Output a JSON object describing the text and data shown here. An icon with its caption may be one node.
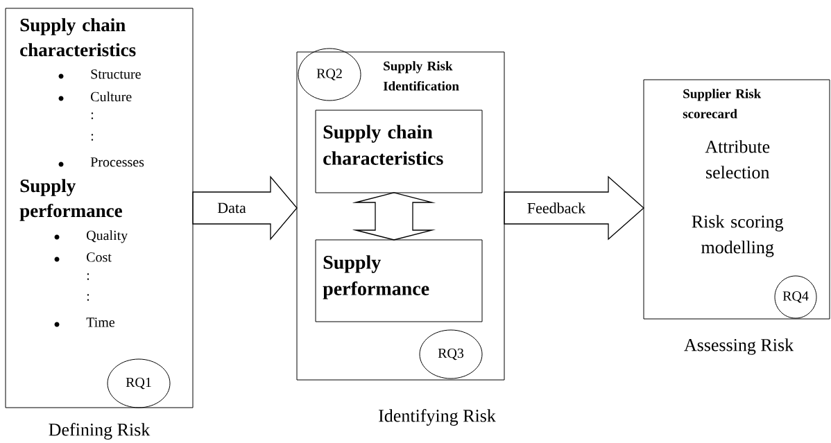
{
  "diagram": {
    "nodes": [
      {
        "text": [
          "Supply chain characteristics",
          "Structure",
          "Culture",
          ":",
          ":",
          "Processes",
          "Supply performance",
          "Quality",
          "Cost",
          ":",
          ":",
          "Time"
        ],
        "beside": [
          "Defining Risk"
        ]
      },
      {
        "text": [
          "RQ1"
        ],
        "in": 0
      },
      {
        "text": [
          "Supply Risk Identification"
        ],
        "beside": [
          "Identifying Risk"
        ]
      },
      {
        "text": [
          "RQ2"
        ],
        "in": 2
      },
      {
        "text": [
          "Supply chain characteristics"
        ],
        "in": 2
      },
      {
        "text": [
          "Supply performance"
        ],
        "in": 2
      },
      {
        "text": [
          "RQ3"
        ],
        "in": 2
      },
      {
        "text": [
          "Supplier Risk scorecard",
          "Attribute selection",
          "Risk scoring modelling"
        ],
        "beside": [
          "Assessing Risk"
        ]
      },
      {
        "text": [
          "RQ4"
        ],
        "in": 7
      }
    ],
    "edges": [
      {
        "from": 0,
        "to": 2,
        "arrow": "to",
        "label": "Data"
      },
      {
        "from": 4,
        "to": 5,
        "arrow": "both"
      },
      {
        "from": 2,
        "to": 7,
        "arrow": "to",
        "label": "Feedback"
      }
    ]
  }
}
